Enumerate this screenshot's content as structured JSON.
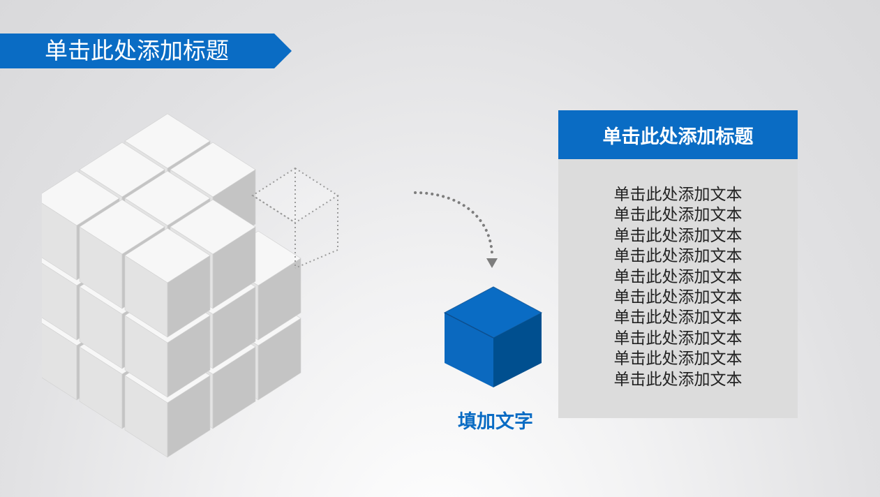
{
  "slide": {
    "title": "单击此处添加标题",
    "panel": {
      "header": "单击此处添加标题",
      "lines": [
        "单击此处添加文本",
        "单击此处添加文本",
        "单击此处添加文本",
        "单击此处添加文本",
        "单击此处添加文本",
        "单击此处添加文本",
        "单击此处添加文本",
        "单击此处添加文本",
        "单击此处添加文本",
        "单击此处添加文本"
      ]
    },
    "cube_caption": "填加文字"
  },
  "colors": {
    "accent": "#0a6cc4",
    "accent_dark": "#004f8f",
    "panel_bg": "#dcdcdc",
    "cube_top": "#f7f7f7",
    "cube_left": "#e3e3e3",
    "cube_right": "#c4c4c4"
  },
  "icons": [
    "rubik-cube-icon",
    "dotted-arrow-icon",
    "blue-cube-icon"
  ]
}
